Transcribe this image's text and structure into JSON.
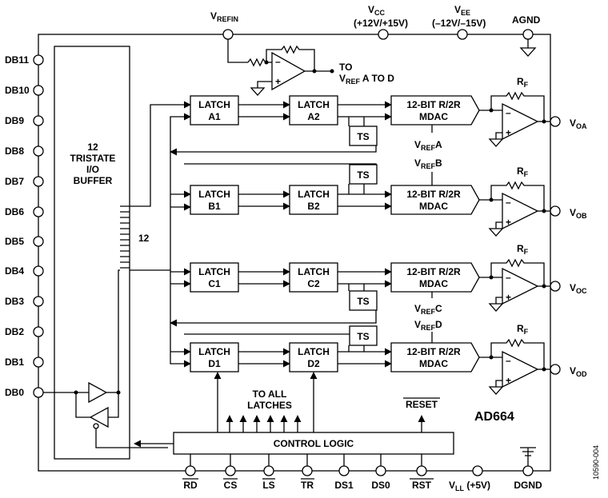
{
  "chip": {
    "name": "AD664",
    "figure_id": "10590-004"
  },
  "top_pins": {
    "vrefin": {
      "main": "V",
      "sub": "REFIN"
    },
    "vcc": {
      "main": "V",
      "sub": "CC",
      "note": "(+12V/+15V)"
    },
    "vee": {
      "main": "V",
      "sub": "EE",
      "note": "(–12V/–15V)"
    },
    "agnd": "AGND"
  },
  "left_pins": [
    "DB11",
    "DB10",
    "DB9",
    "DB8",
    "DB7",
    "DB6",
    "DB5",
    "DB4",
    "DB3",
    "DB2",
    "DB1",
    "DB0"
  ],
  "buffer": {
    "lines": [
      "12",
      "TRISTATE",
      "I/O",
      "BUFFER"
    ],
    "bus_width": "12"
  },
  "ref_amp": {
    "to_label": "TO",
    "ref_main": "V",
    "ref_sub": "REF",
    "ref_tail": " A TO D"
  },
  "channels": [
    {
      "latch1": [
        "LATCH",
        "A1"
      ],
      "latch2": [
        "LATCH",
        "A2"
      ],
      "mdac": [
        "12-BIT R/2R",
        "MDAC"
      ],
      "vref": {
        "main": "V",
        "sub": "REF",
        "tail": "A"
      },
      "rf": {
        "main": "R",
        "sub": "F"
      },
      "out": {
        "main": "V",
        "sub": "OA"
      }
    },
    {
      "latch1": [
        "LATCH",
        "B1"
      ],
      "latch2": [
        "LATCH",
        "B2"
      ],
      "mdac": [
        "12-BIT R/2R",
        "MDAC"
      ],
      "vref": {
        "main": "V",
        "sub": "REF",
        "tail": "B"
      },
      "rf": {
        "main": "R",
        "sub": "F"
      },
      "out": {
        "main": "V",
        "sub": "OB"
      }
    },
    {
      "latch1": [
        "LATCH",
        "C1"
      ],
      "latch2": [
        "LATCH",
        "C2"
      ],
      "mdac": [
        "12-BIT R/2R",
        "MDAC"
      ],
      "vref": {
        "main": "V",
        "sub": "REF",
        "tail": "C"
      },
      "rf": {
        "main": "R",
        "sub": "F"
      },
      "out": {
        "main": "V",
        "sub": "OC"
      }
    },
    {
      "latch1": [
        "LATCH",
        "D1"
      ],
      "latch2": [
        "LATCH",
        "D2"
      ],
      "mdac": [
        "12-BIT R/2R",
        "MDAC"
      ],
      "vref": {
        "main": "V",
        "sub": "REF",
        "tail": "D"
      },
      "rf": {
        "main": "R",
        "sub": "F"
      },
      "out": {
        "main": "V",
        "sub": "OD"
      }
    }
  ],
  "ts_label": "TS",
  "control": {
    "label": "CONTROL LOGIC",
    "to_all": [
      "TO ALL",
      "LATCHES"
    ],
    "reset": "RESET"
  },
  "bottom_pins": {
    "rd": "RD",
    "cs": "CS",
    "ls": "LS",
    "tr": "TR",
    "ds1": "DS1",
    "ds0": "DS0",
    "rst": "RST",
    "vll": {
      "main": "V",
      "sub": "LL",
      "note": " (+5V)"
    },
    "dgnd": "DGND"
  },
  "amp_signs": {
    "minus": "–",
    "plus": "+"
  }
}
